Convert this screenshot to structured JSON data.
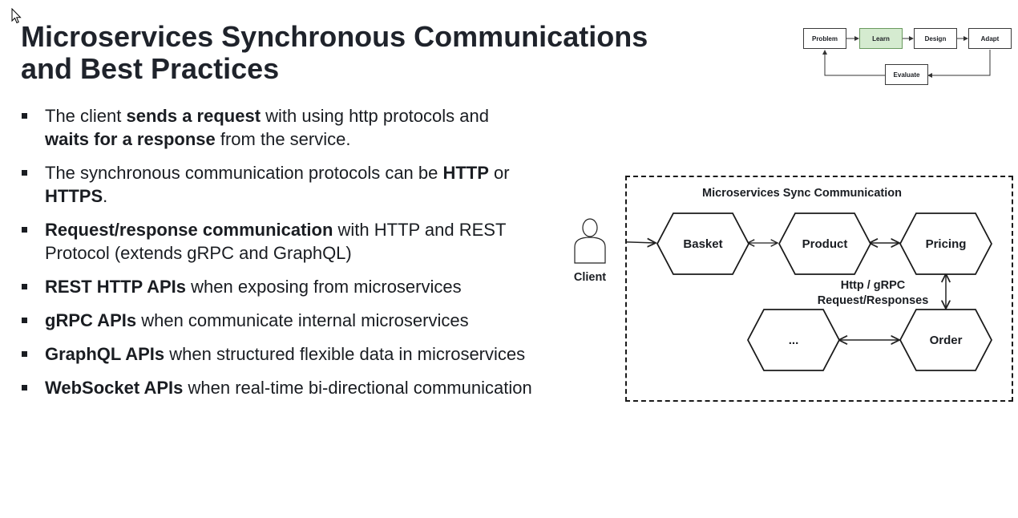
{
  "title": {
    "line1": "Microservices Synchronous Communications",
    "line2": "and Best Practices"
  },
  "bullets": [
    {
      "lines": [
        [
          {
            "text": "The client ",
            "bold": false
          },
          {
            "text": "sends a request",
            "bold": true
          },
          {
            "text": " with using http protocols and",
            "bold": false
          }
        ],
        [
          {
            "text": "waits for a response",
            "bold": true
          },
          {
            "text": " from the service.",
            "bold": false
          }
        ]
      ]
    },
    {
      "lines": [
        [
          {
            "text": "The synchronous communication protocols can be ",
            "bold": false
          },
          {
            "text": "HTTP",
            "bold": true
          },
          {
            "text": " or",
            "bold": false
          }
        ],
        [
          {
            "text": "HTTPS",
            "bold": true
          },
          {
            "text": ".",
            "bold": false
          }
        ]
      ]
    },
    {
      "lines": [
        [
          {
            "text": "Request/response communication",
            "bold": true
          },
          {
            "text": " with HTTP and REST",
            "bold": false
          }
        ],
        [
          {
            "text": "Protocol (extends gRPC and GraphQL)",
            "bold": false
          }
        ]
      ]
    },
    {
      "lines": [
        [
          {
            "text": "REST HTTP APIs",
            "bold": true
          },
          {
            "text": " when exposing from microservices",
            "bold": false
          }
        ]
      ]
    },
    {
      "lines": [
        [
          {
            "text": "gRPC APIs",
            "bold": true
          },
          {
            "text": " when communicate internal microservices",
            "bold": false
          }
        ]
      ]
    },
    {
      "lines": [
        [
          {
            "text": "GraphQL APIs",
            "bold": true
          },
          {
            "text": " when structured flexible data in microservices",
            "bold": false
          }
        ]
      ]
    },
    {
      "lines": [
        [
          {
            "text": "WebSocket APIs",
            "bold": true
          },
          {
            "text": " when real-time bi-directional communication",
            "bold": false
          }
        ]
      ]
    }
  ],
  "flow": {
    "problem": "Problem",
    "learn": "Learn",
    "design": "Design",
    "adapt": "Adapt",
    "evaluate": "Evaluate",
    "active_color": "#d5ebd0"
  },
  "diagram": {
    "title": "Microservices Sync Communication",
    "client": "Client",
    "basket": "Basket",
    "product": "Product",
    "pricing": "Pricing",
    "other": "...",
    "order": "Order",
    "note_line1": "Http / gRPC",
    "note_line2": "Request/Responses"
  },
  "icons": {
    "cursor": "mouse-pointer-icon",
    "client": "person-icon"
  }
}
